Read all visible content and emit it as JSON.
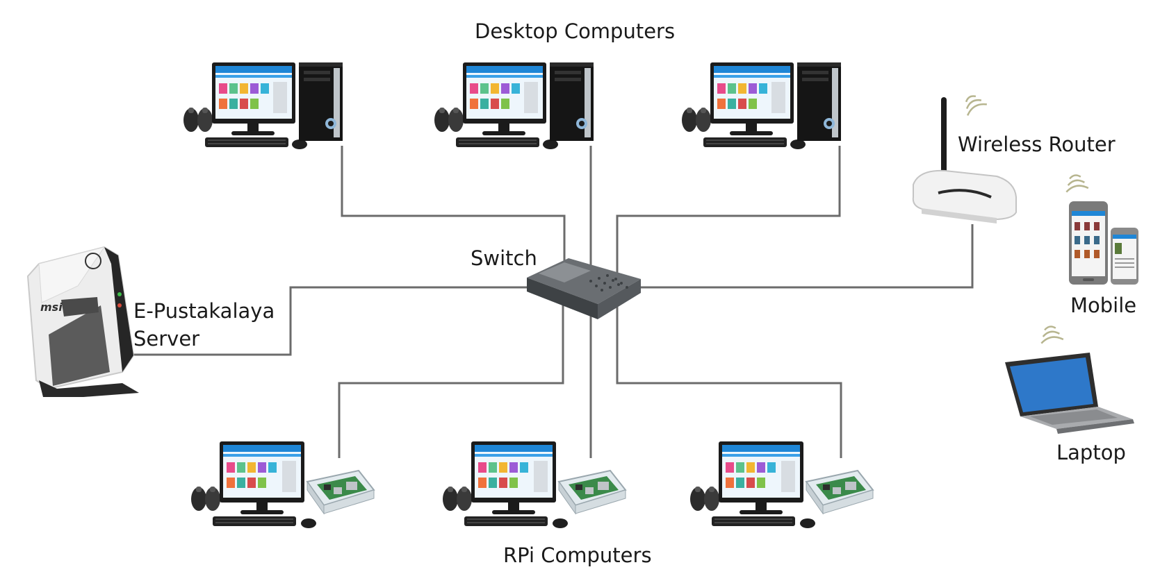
{
  "labels": {
    "desktop_computers": "Desktop Computers",
    "wireless_router": "Wireless Router",
    "switch": "Switch",
    "server_line1": "E-Pustakalaya",
    "server_line2": "Server",
    "mobile": "Mobile",
    "laptop": "Laptop",
    "rpi_computers": "RPi Computers"
  },
  "device_logos": {
    "server_brand": "msi"
  },
  "colors": {
    "cable": "#6b6b6b",
    "screen_blue": "#1f86d6",
    "laptop_screen": "#2e78c9",
    "wave": "#b7b58f"
  },
  "icons": {
    "desktop": "desktop-computer-icon",
    "rpi": "raspberry-pi-computer-icon",
    "server": "mini-pc-server-icon",
    "switch": "network-switch-icon",
    "router": "wireless-router-icon",
    "mobile": "smartphone-icon",
    "laptop": "laptop-icon"
  }
}
